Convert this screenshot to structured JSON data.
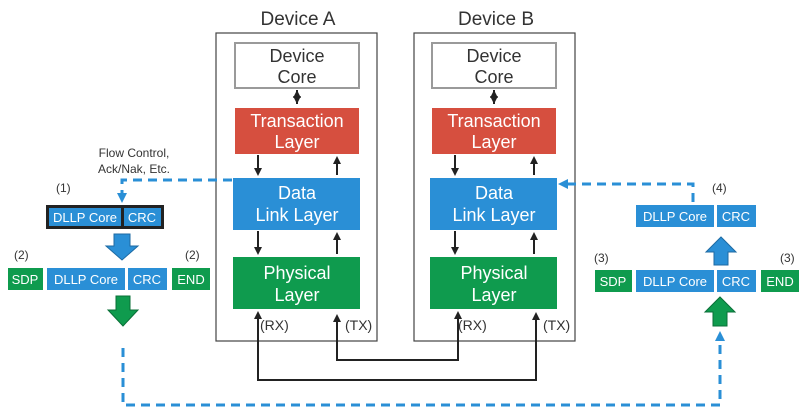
{
  "devices": [
    {
      "title": "Device A",
      "core": [
        "Device",
        "Core"
      ],
      "transaction": [
        "Transaction",
        "Layer"
      ],
      "datalink": [
        "Data",
        "Link Layer"
      ],
      "physical": [
        "Physical",
        "Layer"
      ],
      "rx": "(RX)",
      "tx": "(TX)"
    },
    {
      "title": "Device B",
      "core": [
        "Device",
        "Core"
      ],
      "transaction": [
        "Transaction",
        "Layer"
      ],
      "datalink": [
        "Data",
        "Link Layer"
      ],
      "physical": [
        "Physical",
        "Layer"
      ],
      "rx": "(RX)",
      "tx": "(TX)"
    }
  ],
  "flow_label": [
    "Flow Control,",
    "Ack/Nak, Etc."
  ],
  "packets": {
    "dllp_core": "DLLP Core",
    "crc": "CRC",
    "sdp": "SDP",
    "end": "END"
  },
  "steps": [
    "(1)",
    "(2)",
    "(2)",
    "(3)",
    "(3)",
    "(4)"
  ],
  "colors": {
    "transaction": "#d64f3f",
    "datalink": "#2a8fd6",
    "physical": "#0f9b4e",
    "core_border": "#9a9a9a",
    "dashed": "#2a8fd6",
    "line": "#222222"
  }
}
